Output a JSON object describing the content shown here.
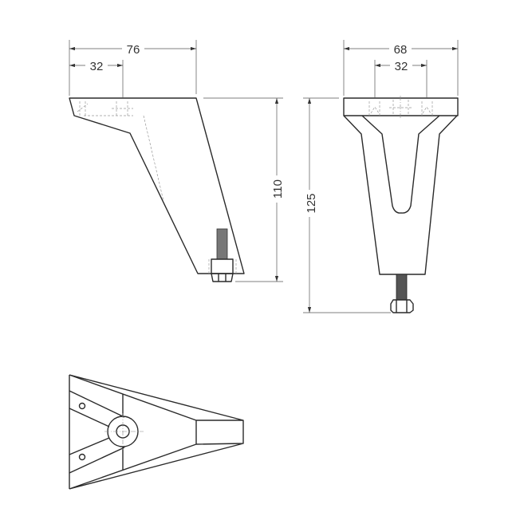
{
  "side_view": {
    "width_dim": "76",
    "hole_spacing_dim": "32",
    "height_dim": "110"
  },
  "front_view": {
    "width_dim": "68",
    "hole_spacing_dim": "32",
    "height_dim": "125"
  },
  "colors": {
    "line": "#2a2a2a",
    "dimension": "#555555",
    "hidden": "#999999"
  }
}
